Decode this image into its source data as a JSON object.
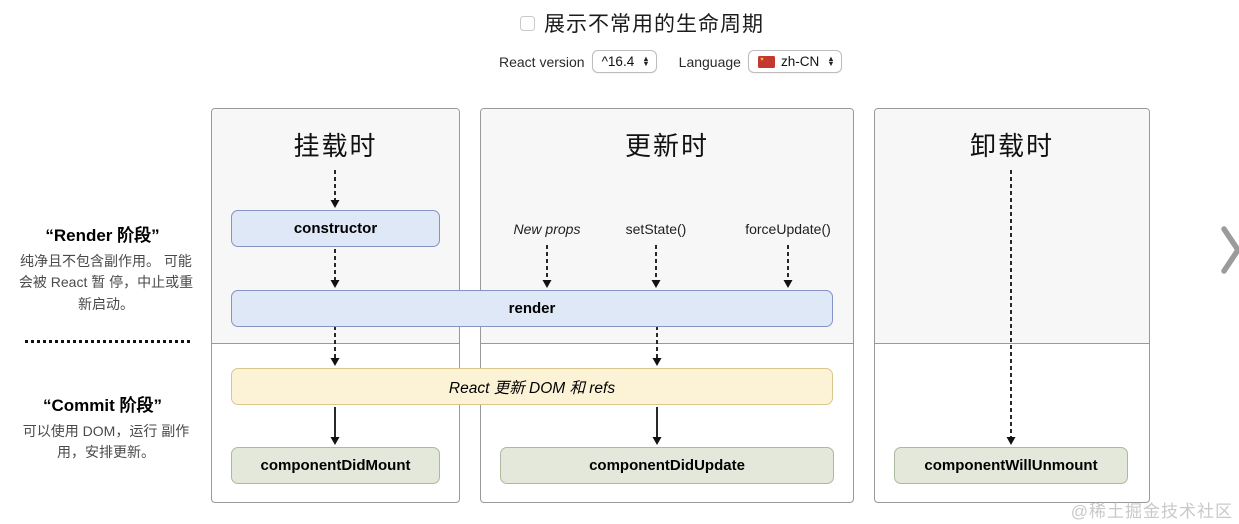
{
  "header": {
    "checkbox_label": "展示不常用的生命周期",
    "checkbox_checked": false,
    "react_version_label": "React version",
    "react_version_value": "^16.4",
    "language_label": "Language",
    "language_value": "zh-CN",
    "language_flag": "cn-flag"
  },
  "sidebar": {
    "render_phase": {
      "title": "“Render 阶段”",
      "description": "纯净且不包含副作用。 可能会被 React 暂 停，中止或重新启动。"
    },
    "commit_phase": {
      "title": "“Commit 阶段”",
      "description": "可以使用 DOM，运行 副作用，安排更新。"
    }
  },
  "columns": [
    {
      "title": "挂载时"
    },
    {
      "title": "更新时",
      "triggers": [
        "New props",
        "setState()",
        "forceUpdate()"
      ]
    },
    {
      "title": "卸载时"
    }
  ],
  "boxes": {
    "constructor": "constructor",
    "render": "render",
    "react_updates": "React 更新 DOM 和 refs",
    "component_did_mount": "componentDidMount",
    "component_did_update": "componentDidUpdate",
    "component_will_unmount": "componentWillUnmount"
  },
  "colors": {
    "blue_box_bg": "#dee8f7",
    "blue_box_border": "#8593c5",
    "yellow_box_bg": "#fcf3d7",
    "yellow_box_border": "#d9c78e",
    "green_box_bg": "#e3e8db",
    "green_box_border": "#adb99e",
    "panel_border": "#999999",
    "panel_top_bg": "#f7f7f7",
    "flag_red": "#c5382f"
  },
  "watermark": {
    "text": "@稀土掘金技术社区"
  }
}
